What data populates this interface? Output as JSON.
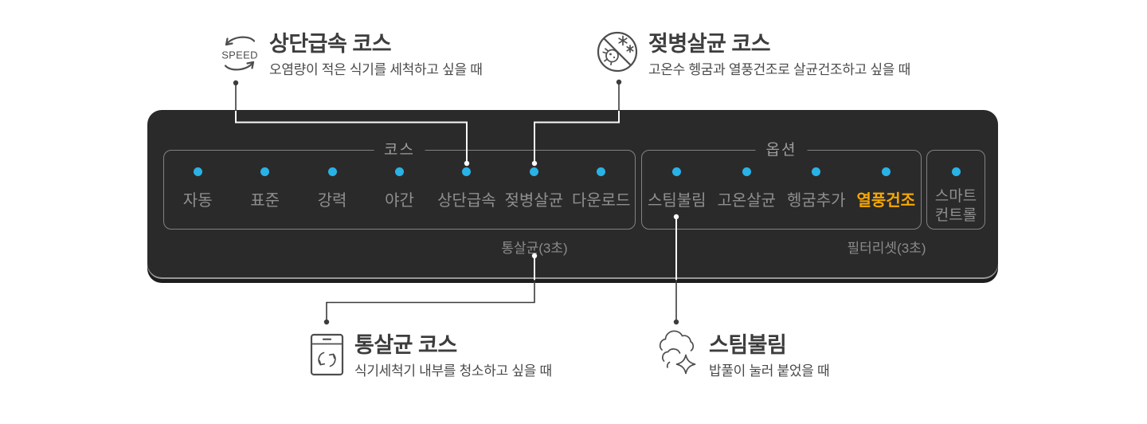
{
  "callouts": {
    "top_left": {
      "icon": "speed-cycle-icon",
      "icon_text": "SPEED",
      "title": "상단급속 코스",
      "description": "오염량이 적은 식기를 세척하고 싶을 때"
    },
    "top_right": {
      "icon": "no-germ-sterilize-icon",
      "title": "젖병살균 코스",
      "description": "고온수 헹굼과 열풍건조로 살균건조하고 싶을 때"
    },
    "bottom_left": {
      "icon": "dishwasher-self-clean-icon",
      "title": "통살균 코스",
      "description": "식기세척기 내부를 청소하고 싶을 때"
    },
    "bottom_right": {
      "icon": "steam-cloud-icon",
      "title": "스팀불림",
      "description": "밥풀이 눌러 붙었을 때"
    }
  },
  "panel": {
    "course_group": {
      "label": "코스",
      "items": [
        {
          "name": "auto",
          "label": "자동"
        },
        {
          "name": "standard",
          "label": "표준"
        },
        {
          "name": "intensive",
          "label": "강력"
        },
        {
          "name": "night",
          "label": "야간"
        },
        {
          "name": "top-rack-quick",
          "label": "상단급속"
        },
        {
          "name": "baby-bottle-sterilize",
          "label": "젖병살균"
        },
        {
          "name": "download",
          "label": "다운로드"
        }
      ],
      "sub_label": "통살균(3초)"
    },
    "option_group": {
      "label": "옵션",
      "items": [
        {
          "name": "steam-soak",
          "label": "스팀불림"
        },
        {
          "name": "high-temp-sterilize",
          "label": "고온살균"
        },
        {
          "name": "extra-rinse",
          "label": "헹굼추가"
        },
        {
          "name": "hot-air-dry",
          "label": "열풍건조",
          "highlighted": true
        }
      ],
      "sub_label": "필터리셋(3초)"
    },
    "smart_control": {
      "line1": "스마트",
      "line2": "컨트롤"
    }
  },
  "colors": {
    "panel_bg": "#2b2a2a",
    "dot_blue": "#29b2e6",
    "amber": "#f7a800",
    "panel_label": "#8f8f8f",
    "group_border": "#828282",
    "group_title": "#9e9e9e",
    "sub_label": "#8b8b8b",
    "title_color": "#3d3d3d",
    "desc_color": "#4a4a4a",
    "icon_stroke": "#4e4e4e",
    "line_dark": "#3c3c3c",
    "line_white": "#fafafa"
  }
}
